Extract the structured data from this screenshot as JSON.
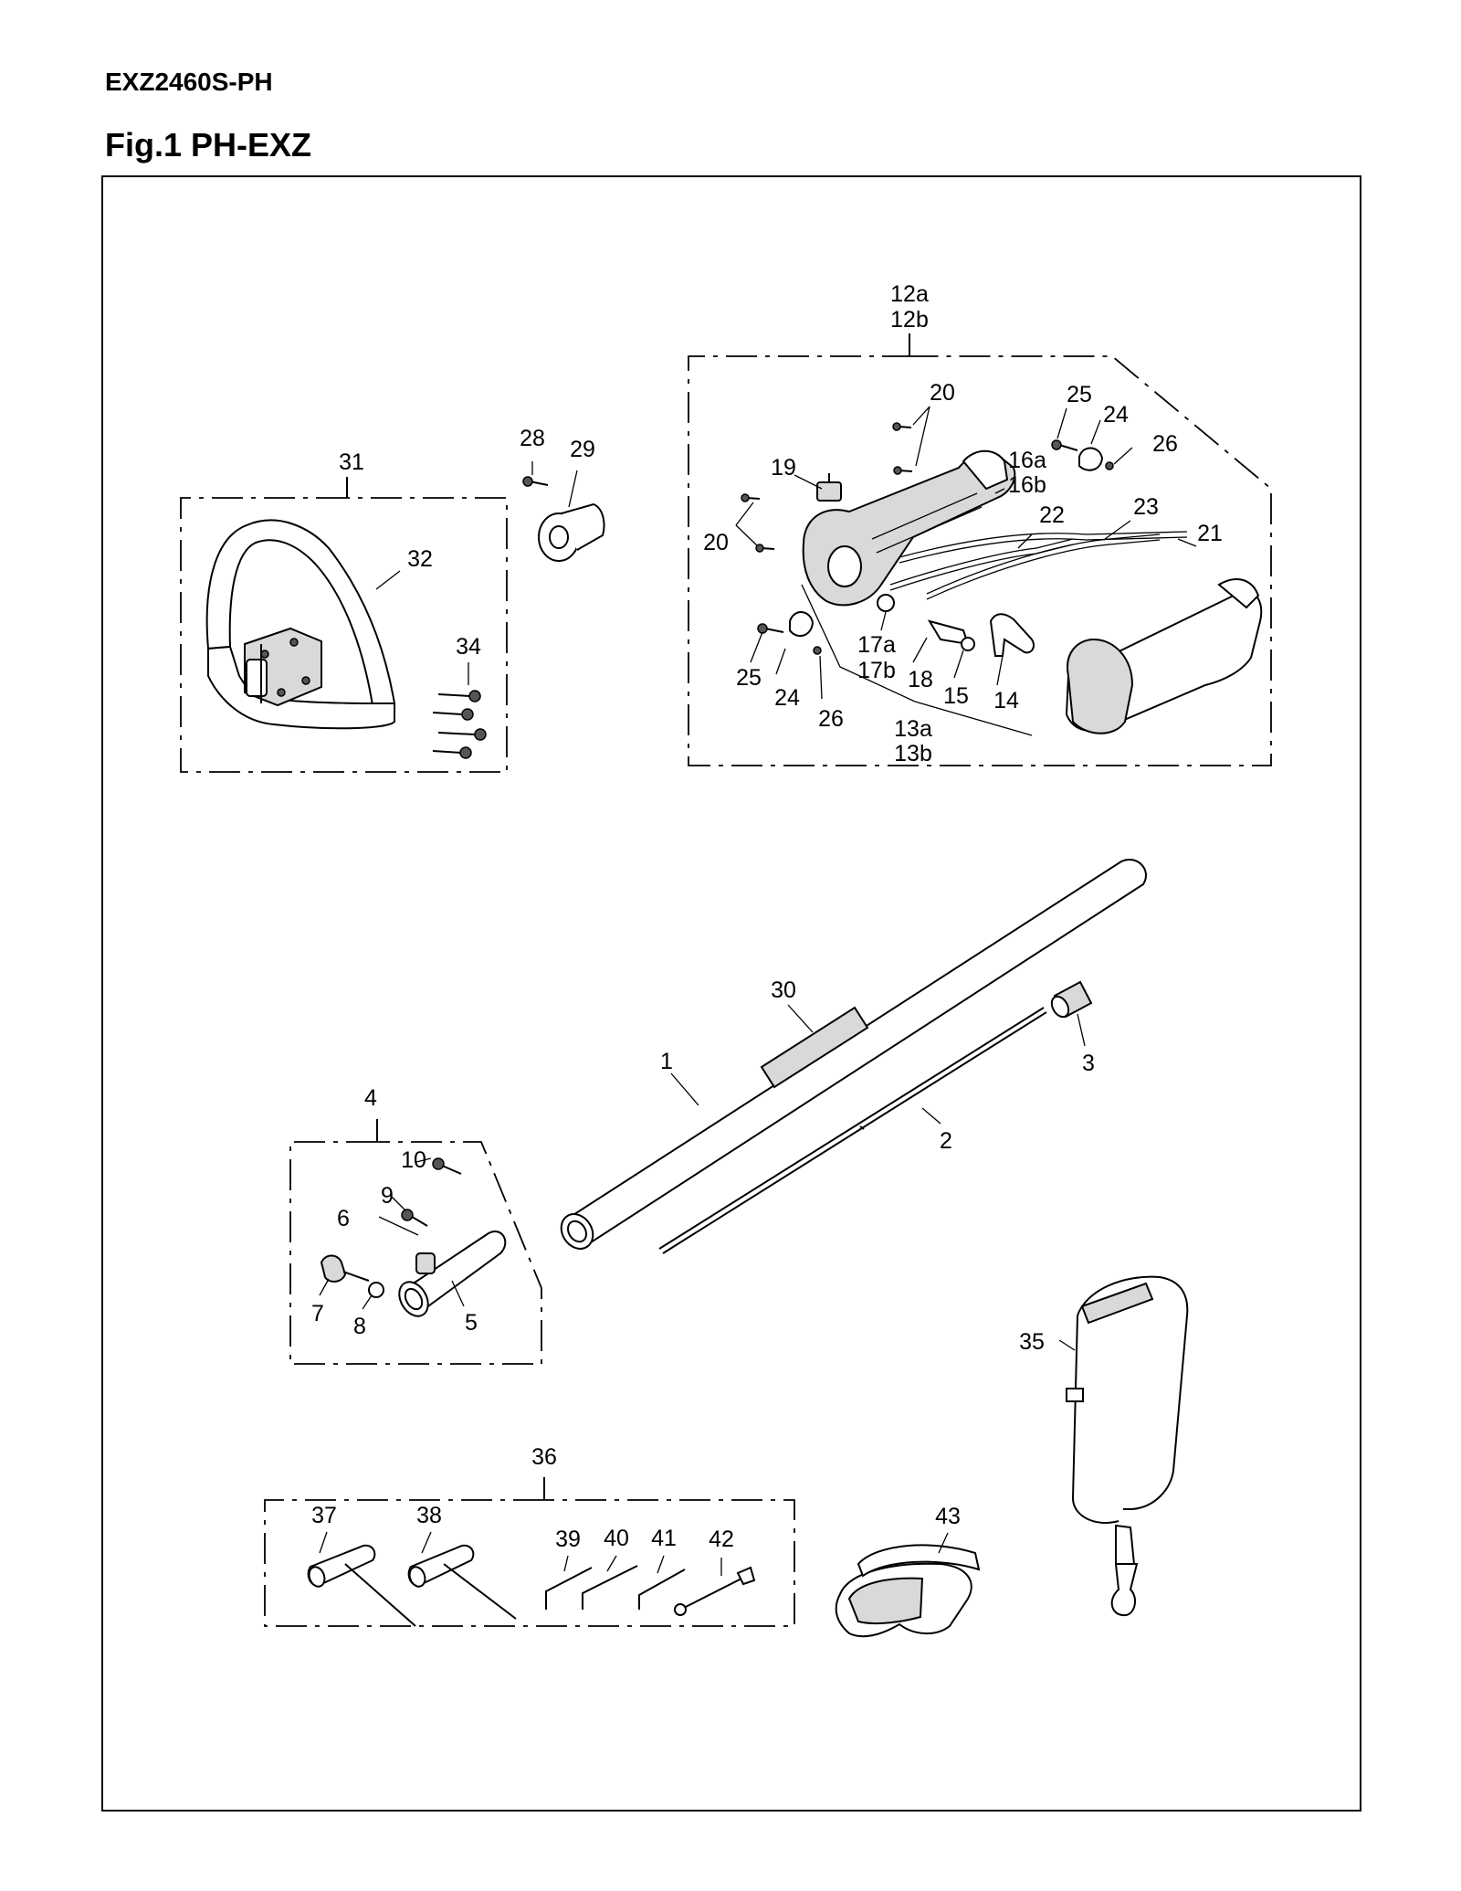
{
  "header": {
    "model": "EXZ2460S-PH",
    "figure": "Fig.1 PH-EXZ"
  },
  "callouts": {
    "c1": "1",
    "c2": "2",
    "c3": "3",
    "c4": "4",
    "c5": "5",
    "c6": "6",
    "c7": "7",
    "c8": "8",
    "c9": "9",
    "c10": "10",
    "c12a": "12a",
    "c12b": "12b",
    "c13a": "13a",
    "c13b": "13b",
    "c14": "14",
    "c15": "15",
    "c16a": "16a",
    "c16b": "16b",
    "c17a": "17a",
    "c17b": "17b",
    "c18": "18",
    "c19": "19",
    "c20": "20",
    "c21": "21",
    "c22": "22",
    "c23": "23",
    "c24": "24",
    "c25": "25",
    "c26": "26",
    "c28": "28",
    "c29": "29",
    "c30": "30",
    "c31": "31",
    "c32": "32",
    "c34": "34",
    "c35": "35",
    "c36": "36",
    "c37": "37",
    "c38": "38",
    "c39": "39",
    "c40": "40",
    "c41": "41",
    "c42": "42",
    "c43": "43"
  }
}
